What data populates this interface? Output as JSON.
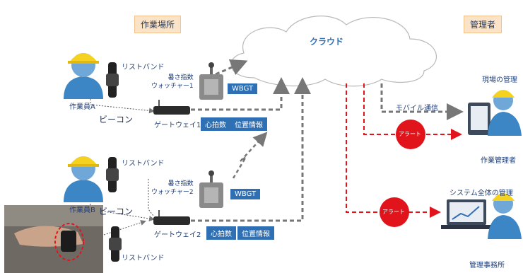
{
  "headers": {
    "work_site": "作業場所",
    "manager": "管理者"
  },
  "cloud": {
    "label": "クラウド"
  },
  "workers": [
    {
      "label": "作業員A",
      "wristband": "リストバンド"
    },
    {
      "label": "作業員B",
      "wristband": "リストバンド"
    }
  ],
  "wristband_bottom": "リストバンド",
  "beacon_labels": [
    "ビーコン",
    "ビーコン"
  ],
  "watchers": [
    {
      "label": "暑さ指数\nウォッチャー1",
      "badge": "WBGT"
    },
    {
      "label": "暑さ指数\nウォッチャー2",
      "badge": "WBGT"
    }
  ],
  "gateways": [
    {
      "label": "ゲートウェイ1",
      "tags": [
        "心拍数",
        "位置情報"
      ]
    },
    {
      "label": "ゲートウェイ2",
      "tags": [
        "心拍数",
        "位置情報"
      ]
    }
  ],
  "mobile_comm": "モバイル通信",
  "alerts": [
    "アラート",
    "アラート"
  ],
  "right": {
    "site_management": "現場の管理",
    "site_manager": "作業管理者",
    "system_management": "システム全体の管理",
    "office": "管理事務所"
  },
  "colors": {
    "alert_red": "#e1141c",
    "tag_blue": "#2f6fb4",
    "header_bg": "#fbe3c8"
  }
}
